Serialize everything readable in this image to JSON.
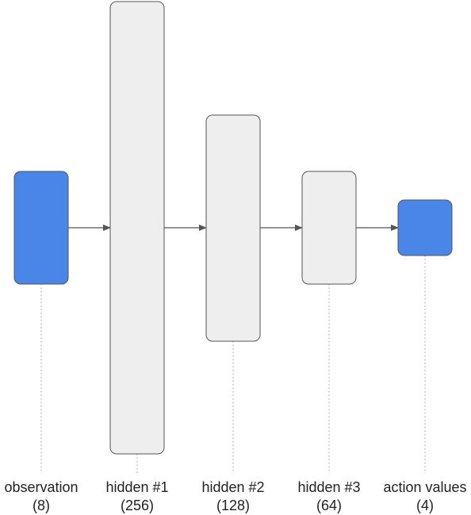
{
  "colors": {
    "io_fill": "#4a86e8",
    "hidden_fill": "#eeeeee",
    "stroke": "#555555",
    "arrow": "#555555",
    "dotted": "#999999",
    "text": "#222222"
  },
  "layers": [
    {
      "id": "observation",
      "name": "observation",
      "size": "(8)",
      "kind": "io"
    },
    {
      "id": "hidden-1",
      "name": "hidden #1",
      "size": "(256)",
      "kind": "hidden"
    },
    {
      "id": "hidden-2",
      "name": "hidden #2",
      "size": "(128)",
      "kind": "hidden"
    },
    {
      "id": "hidden-3",
      "name": "hidden #3",
      "size": "(64)",
      "kind": "hidden"
    },
    {
      "id": "action-values",
      "name": "action values",
      "size": "(4)",
      "kind": "io"
    }
  ]
}
